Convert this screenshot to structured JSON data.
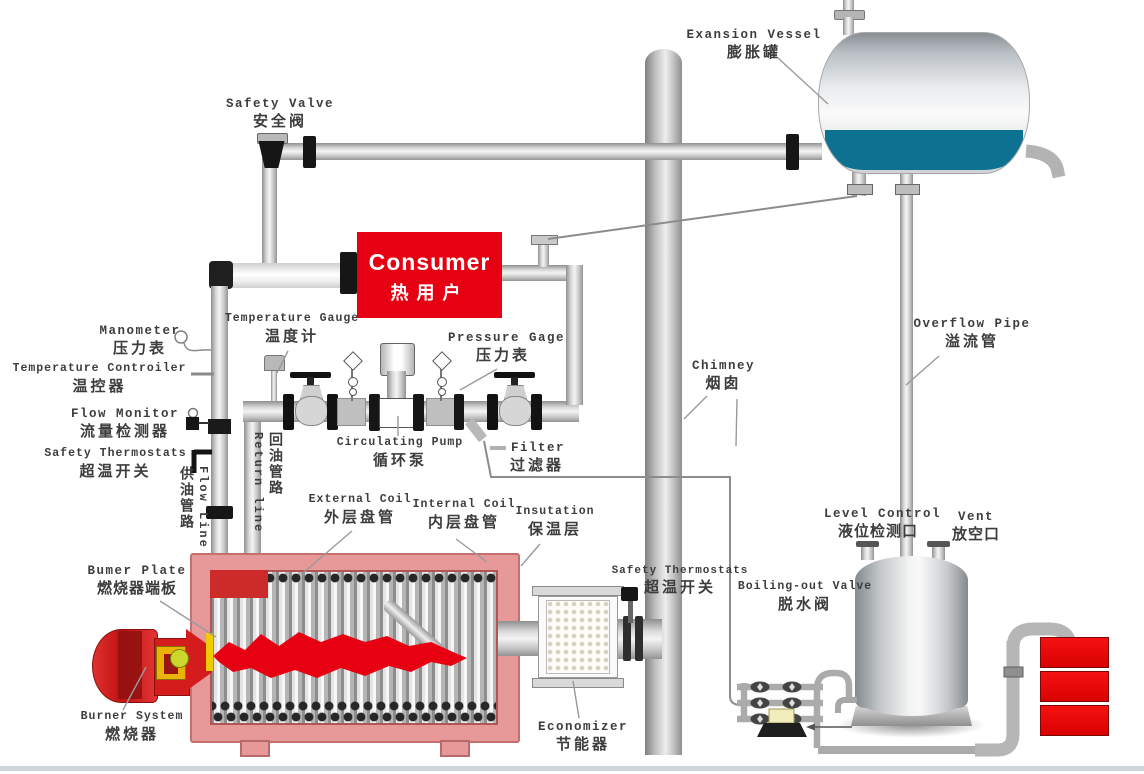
{
  "diagram": {
    "type": "thermal-oil-heater-system-schematic",
    "labels": {
      "safety_valve": {
        "en": "Safety Valve",
        "zh": "安全阀"
      },
      "exansion_vessel": {
        "en": "Exansion Vessel",
        "zh": "膨胀罐"
      },
      "consumer": {
        "en": "Consumer",
        "zh": "热用户"
      },
      "manometer": {
        "en": "Manometer",
        "zh": "压力表"
      },
      "temperature_controiler": {
        "en": "Temperature Controiler",
        "zh": "温控器"
      },
      "flow_monitor": {
        "en": "Flow Monitor",
        "zh": "流量检测器"
      },
      "safety_thermostats_left": {
        "en": "Safety Thermostats",
        "zh": "超温开关"
      },
      "flow_line": {
        "en": "Flow Line",
        "zh": "供油管路"
      },
      "return_line": {
        "en": "Return line",
        "zh": "回油管路"
      },
      "temperature_gauge": {
        "en": "Temperature Gauge",
        "zh": "温度计"
      },
      "pressure_gage": {
        "en": "Pressure Gage",
        "zh": "压力表"
      },
      "circulating_pump": {
        "en": "Circulating Pump",
        "zh": "循环泵"
      },
      "filter": {
        "en": "Filter",
        "zh": "过滤器"
      },
      "chimney": {
        "en": "Chimney",
        "zh": "烟囱"
      },
      "overflow_pipe": {
        "en": "Overflow Pipe",
        "zh": "溢流管"
      },
      "level_control": {
        "en": "Level Control",
        "zh": "液位检测口"
      },
      "vent": {
        "en": "Vent",
        "zh": "放空口"
      },
      "boiling_out_valve": {
        "en": "Boiling-out Valve",
        "zh": "脱水阀"
      },
      "safety_thermostats_flue": {
        "en": "Safety Thermostats",
        "zh": "超温开关"
      },
      "external_coil": {
        "en": "External Coil",
        "zh": "外层盘管"
      },
      "internal_coil": {
        "en": "Internal Coil",
        "zh": "内层盘管"
      },
      "insutation": {
        "en": "Insutation",
        "zh": "保温层"
      },
      "bumer_plate": {
        "en": "Bumer Plate",
        "zh": "燃烧器端板"
      },
      "burner_system": {
        "en": "Burner System",
        "zh": "燃烧器"
      },
      "economizer": {
        "en": "Economizer",
        "zh": "节能器"
      }
    },
    "colors": {
      "consumer_red": "#e60012",
      "flame_red": "#e60012",
      "boiler_shell_pink": "#e79898",
      "burner_red": "#d41c1c",
      "drum_red": "#ee0c0c",
      "vessel_liquid_teal": "#0d7191",
      "pipe_gray": "#c4c4c4",
      "flange_black": "#161616",
      "label_text": "#3d3d3d"
    }
  }
}
